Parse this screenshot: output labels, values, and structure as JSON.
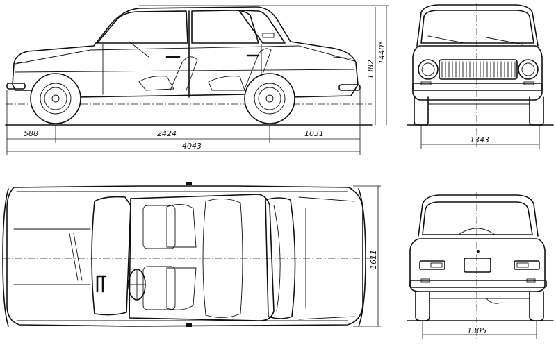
{
  "dimensions": {
    "front_overhang": "588",
    "wheelbase": "2424",
    "rear_overhang": "1031",
    "overall_length": "4043",
    "height_unladen": "1382",
    "height_max": "1440*",
    "front_track": "1343",
    "overall_width": "1611",
    "rear_track": "1305"
  },
  "colors": {
    "ink": "#111111",
    "paper": "#ffffff"
  }
}
